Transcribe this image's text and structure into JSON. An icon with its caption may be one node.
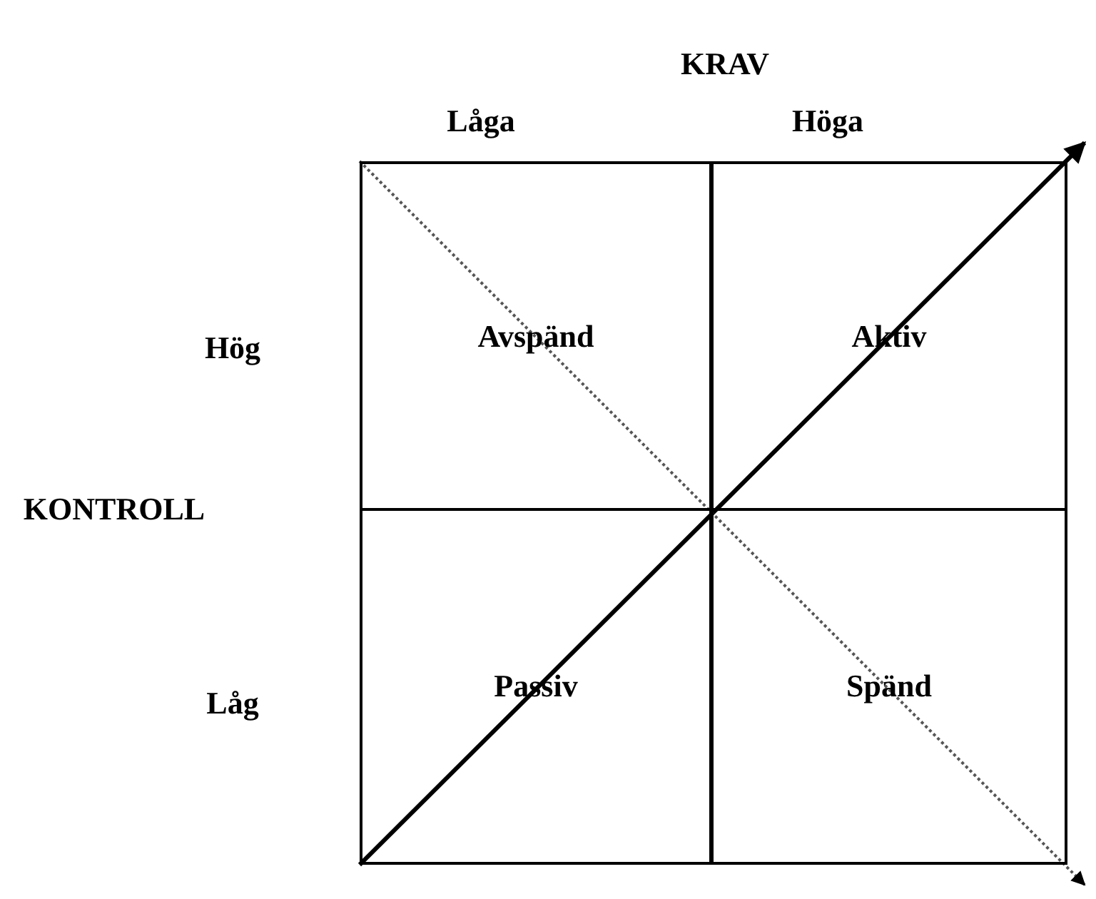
{
  "diagram": {
    "nodes": [
      {
        "text": [
          "Avspänd"
        ]
      },
      {
        "text": [
          "Aktiv"
        ]
      },
      {
        "text": [
          "Passiv"
        ]
      },
      {
        "text": [
          "Spänd"
        ]
      }
    ],
    "edges": [
      {
        "from": 2,
        "to": 1,
        "arrow": "to"
      },
      {
        "from": 0,
        "to": 3,
        "arrow": "to",
        "style": "dashed"
      }
    ],
    "labels": [
      "KRAV",
      "Låga",
      "Höga",
      "Hög",
      "KONTROLL",
      "Låg"
    ]
  }
}
